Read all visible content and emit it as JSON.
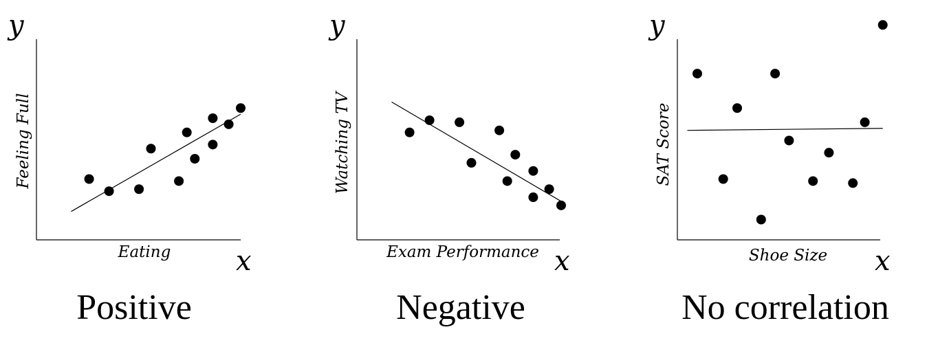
{
  "chart_data": [
    {
      "type": "scatter",
      "title": "Positive",
      "xlabel": "Eating",
      "ylabel": "Feeling Full",
      "x_var": "x",
      "y_var": "y",
      "xlim": [
        0,
        10
      ],
      "ylim": [
        0,
        10
      ],
      "points": [
        {
          "x": 2.4,
          "y": 3.0
        },
        {
          "x": 3.4,
          "y": 2.4
        },
        {
          "x": 4.9,
          "y": 2.5
        },
        {
          "x": 5.5,
          "y": 4.5
        },
        {
          "x": 6.9,
          "y": 2.9
        },
        {
          "x": 7.3,
          "y": 5.3
        },
        {
          "x": 7.7,
          "y": 4.0
        },
        {
          "x": 8.6,
          "y": 4.7
        },
        {
          "x": 8.6,
          "y": 6.0
        },
        {
          "x": 9.4,
          "y": 5.7
        },
        {
          "x": 10.0,
          "y": 6.5
        }
      ],
      "trendline": {
        "x": [
          1.5,
          10.0
        ],
        "y": [
          1.4,
          6.2
        ]
      }
    },
    {
      "type": "scatter",
      "title": "Negative",
      "xlabel": "Exam Performance",
      "ylabel": "Watching TV",
      "x_var": "x",
      "y_var": "y",
      "xlim": [
        0,
        10
      ],
      "ylim": [
        0,
        10
      ],
      "points": [
        {
          "x": 2.4,
          "y": 5.3
        },
        {
          "x": 3.4,
          "y": 5.9
        },
        {
          "x": 4.9,
          "y": 5.8
        },
        {
          "x": 5.5,
          "y": 3.8
        },
        {
          "x": 6.9,
          "y": 5.4
        },
        {
          "x": 7.3,
          "y": 2.9
        },
        {
          "x": 7.7,
          "y": 4.2
        },
        {
          "x": 8.6,
          "y": 3.4
        },
        {
          "x": 8.6,
          "y": 2.1
        },
        {
          "x": 9.4,
          "y": 2.5
        },
        {
          "x": 10.0,
          "y": 1.7
        }
      ],
      "trendline": {
        "x": [
          1.5,
          10.0
        ],
        "y": [
          6.8,
          1.9
        ]
      }
    },
    {
      "type": "scatter",
      "title": "No correlation",
      "xlabel": "Shoe Size",
      "ylabel": "SAT Score",
      "x_var": "x",
      "y_var": "y",
      "xlim": [
        0,
        10
      ],
      "ylim": [
        0,
        10
      ],
      "points": [
        {
          "x": 1.0,
          "y": 8.2
        },
        {
          "x": 2.3,
          "y": 3.0
        },
        {
          "x": 3.0,
          "y": 6.5
        },
        {
          "x": 4.2,
          "y": 1.0
        },
        {
          "x": 4.9,
          "y": 8.2
        },
        {
          "x": 5.6,
          "y": 4.9
        },
        {
          "x": 6.8,
          "y": 2.9
        },
        {
          "x": 7.6,
          "y": 4.3
        },
        {
          "x": 8.8,
          "y": 2.8
        },
        {
          "x": 9.4,
          "y": 5.8
        },
        {
          "x": 10.3,
          "y": 10.6
        }
      ],
      "trendline": {
        "x": [
          0.5,
          10.3
        ],
        "y": [
          5.4,
          5.5
        ]
      }
    }
  ]
}
